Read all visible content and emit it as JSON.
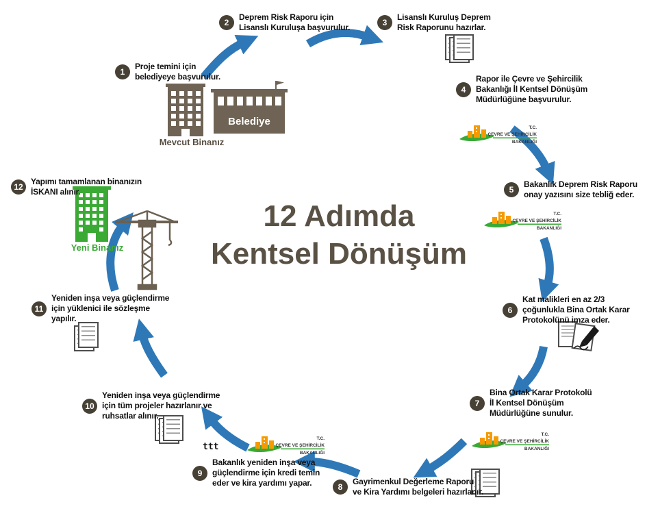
{
  "title": {
    "line1": "12 Adımda",
    "line2": "Kentsel Dönüşüm"
  },
  "steps": [
    {
      "number": "1",
      "text": "Proje temini için\nbelediyeye başvurulur."
    },
    {
      "number": "2",
      "text": "Deprem Risk Raporu için\nLisanslı Kuruluşa başvurulur."
    },
    {
      "number": "3",
      "text": "Lisanslı Kuruluş Deprem\nRisk Raporunu hazırlar."
    },
    {
      "number": "4",
      "text": "Rapor ile Çevre ve Şehircilik\nBakanlığı İl Kentsel Dönüşüm\nMüdürlüğüne başvurulur."
    },
    {
      "number": "5",
      "text": "Bakanlık Deprem Risk Raporu\nonay yazısını size tebliğ eder."
    },
    {
      "number": "6",
      "text": "Kat malikleri en az 2/3\nçoğunlukla Bina Ortak Karar\nProtokolünü imza eder."
    },
    {
      "number": "7",
      "text": "Bina Ortak Karar Protokolü\nİl Kentsel Dönüşüm\nMüdürlüğüne sunulur."
    },
    {
      "number": "8",
      "text": "Gayrimenkul Değerleme Raporu\nve Kira Yardımı belgeleri hazırlanır."
    },
    {
      "number": "9",
      "text": "Bakanlık yeniden inşa veya\ngüçlendirme için kredi temin\neder ve kira yardımı yapar."
    },
    {
      "number": "10",
      "text": "Yeniden inşa veya güçlendirme\niçin tüm projeler hazırlanır ve\nruhsatlar alınır."
    },
    {
      "number": "11",
      "text": "Yeniden inşa veya güçlendirme\niçin yüklenici ile sözleşme\nyapılır."
    },
    {
      "number": "12",
      "text": "Yapımı tamamlanan binanızın\nİSKANI alınır."
    }
  ],
  "labels": {
    "existing_building": "Mevcut Binanız",
    "municipality": "Belediye",
    "new_building": "Yeni Binanız",
    "misc": "ttt"
  },
  "ministry_logo": {
    "tc": "T.C.",
    "line1": "ÇEVRE VE ŞEHİRCİLİK",
    "line2": "BAKANLIĞI"
  },
  "colors": {
    "arrow_blue": "#2e78b8",
    "step_badge": "#474034",
    "title_brown": "#5a5145",
    "logo_green": "#3aa935",
    "logo_orange": "#f59a00",
    "building_brown": "#6e6354",
    "new_building_green": "#3aaa35"
  }
}
